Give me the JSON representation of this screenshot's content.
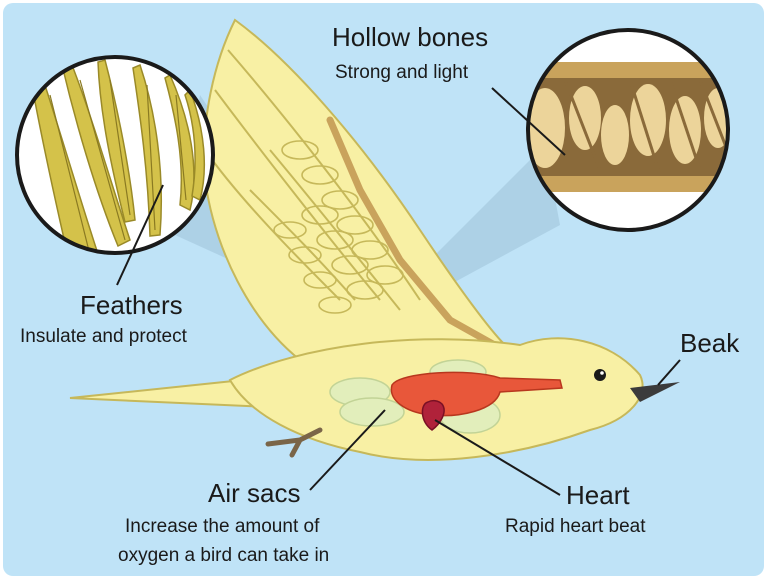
{
  "labels": {
    "hollow_bones": {
      "title": "Hollow bones",
      "desc": "Strong and light"
    },
    "feathers": {
      "title": "Feathers",
      "desc": "Insulate and protect"
    },
    "beak": {
      "title": "Beak"
    },
    "air_sacs": {
      "title": "Air sacs",
      "desc_line1": "Increase the amount of",
      "desc_line2": "oxygen a bird can take in"
    },
    "heart": {
      "title": "Heart",
      "desc": "Rapid heart beat"
    }
  },
  "colors": {
    "background": "#bfe3f7",
    "body": "#f8f0a4",
    "body_outline": "#c6b85a",
    "feather": "#d4c24a",
    "bone": "#c9a35c",
    "lung": "#e8573a",
    "heart": "#b0223a",
    "beak": "#3b3b3b"
  }
}
